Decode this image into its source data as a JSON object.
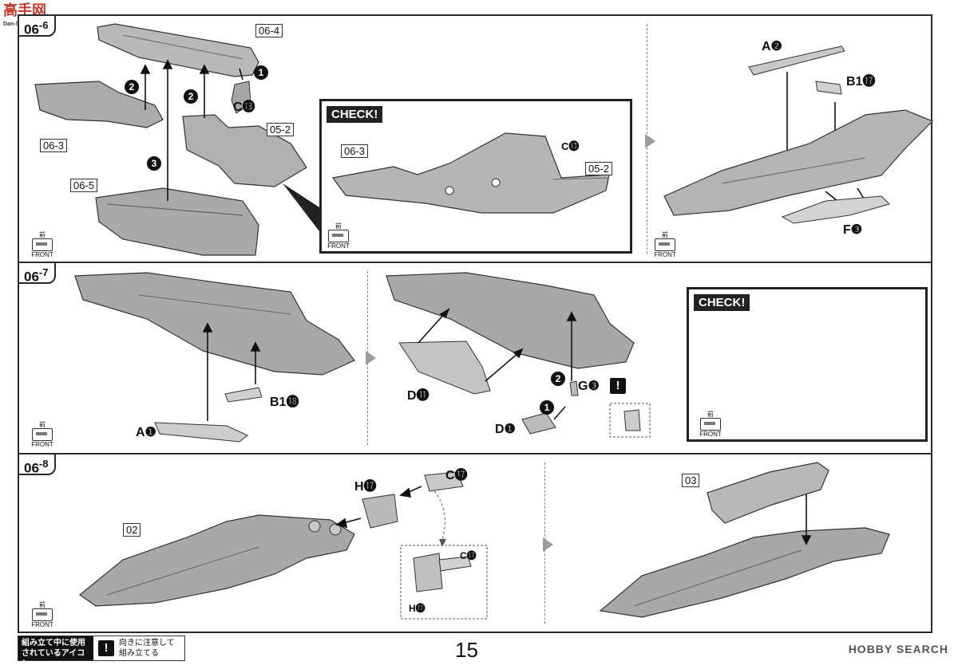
{
  "watermark_logo": {
    "text": "高手网",
    "sub": "Dan-Shou.com"
  },
  "front_icon": {
    "kanji": "前",
    "label": "FRONT"
  },
  "steps": {
    "s066": {
      "tag_main": "06",
      "tag_sub": "-6"
    },
    "s067": {
      "tag_main": "06",
      "tag_sub": "-7"
    },
    "s068": {
      "tag_main": "06",
      "tag_sub": "-8"
    }
  },
  "row1": {
    "parts": {
      "p064": "06-4",
      "p063": "06-3",
      "p065": "06-5",
      "p052": "05-2"
    },
    "c13": "C⓭",
    "check_title": "CHECK!",
    "check_parts": {
      "p063": "06-3",
      "c13": "C⓭",
      "p052": "05-2"
    },
    "right": {
      "a2": "A❷",
      "b117": "B1⓱",
      "f3": "F❸"
    },
    "order": {
      "n1": "1",
      "n2a": "2",
      "n2b": "2",
      "n3": "3"
    }
  },
  "row2": {
    "a1": "A❶",
    "b118": "B1⓲",
    "d11": "D⓫",
    "d1": "D❶",
    "g3": "G❸",
    "warn": "!",
    "order": {
      "n1": "1",
      "n2": "2"
    },
    "check_title": "CHECK!"
  },
  "row3": {
    "h17": "H⓱",
    "c17": "C⓱",
    "p02": "02",
    "p03": "03",
    "inset_c17": "C⓱",
    "inset_h17": "H⓱"
  },
  "footer": {
    "legend_title": "組み立て中に使用されているアイコン",
    "legend_warn": "!",
    "legend_text": "向きに注意して組み立てる",
    "page_number": "15",
    "brand": "HOBBY SEARCH"
  }
}
